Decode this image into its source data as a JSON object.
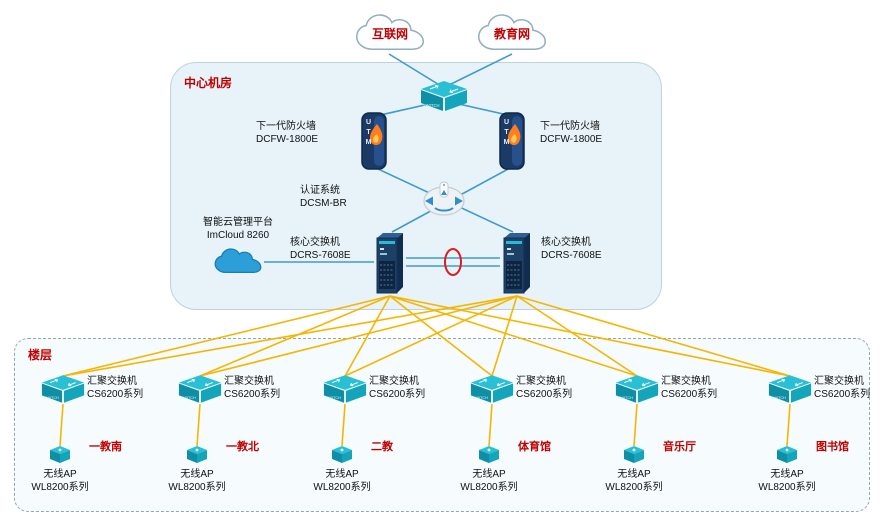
{
  "colors": {
    "blue_link": "#3e9bcf",
    "yellow_link": "#f7b500",
    "red_label": "#c00000",
    "room_fill": "#e7f3f8"
  },
  "icons": {
    "switch_text": "SWITCH",
    "utm_text": "UTM"
  },
  "top_clouds": {
    "internet": "互联网",
    "education": "教育网"
  },
  "central_room": {
    "title": "中心机房",
    "firewall_left": {
      "name": "下一代防火墙",
      "model": "DCFW-1800E"
    },
    "firewall_right": {
      "name": "下一代防火墙",
      "model": "DCFW-1800E"
    },
    "auth_system": {
      "name": "认证系统",
      "model": "DCSM-BR"
    },
    "cloud_platform": {
      "name": "智能云管理平台",
      "model": "ImCloud 8260"
    },
    "core_left": {
      "name": "核心交换机",
      "model": "DCRS-7608E"
    },
    "core_right": {
      "name": "核心交换机",
      "model": "DCRS-7608E"
    }
  },
  "floor": {
    "title": "楼层",
    "groups": [
      {
        "switch_name": "汇聚交换机",
        "switch_model": "CS6200系列",
        "location": "一教南",
        "ap_name": "无线AP",
        "ap_model": "WL8200系列"
      },
      {
        "switch_name": "汇聚交换机",
        "switch_model": "CS6200系列",
        "location": "一教北",
        "ap_name": "无线AP",
        "ap_model": "WL8200系列"
      },
      {
        "switch_name": "汇聚交换机",
        "switch_model": "CS6200系列",
        "location": "二教",
        "ap_name": "无线AP",
        "ap_model": "WL8200系列"
      },
      {
        "switch_name": "汇聚交换机",
        "switch_model": "CS6200系列",
        "location": "体育馆",
        "ap_name": "无线AP",
        "ap_model": "WL8200系列"
      },
      {
        "switch_name": "汇聚交换机",
        "switch_model": "CS6200系列",
        "location": "音乐厅",
        "ap_name": "无线AP",
        "ap_model": "WL8200系列"
      },
      {
        "switch_name": "汇聚交换机",
        "switch_model": "CS6200系列",
        "location": "图书馆",
        "ap_name": "无线AP",
        "ap_model": "WL8200系列"
      }
    ]
  }
}
